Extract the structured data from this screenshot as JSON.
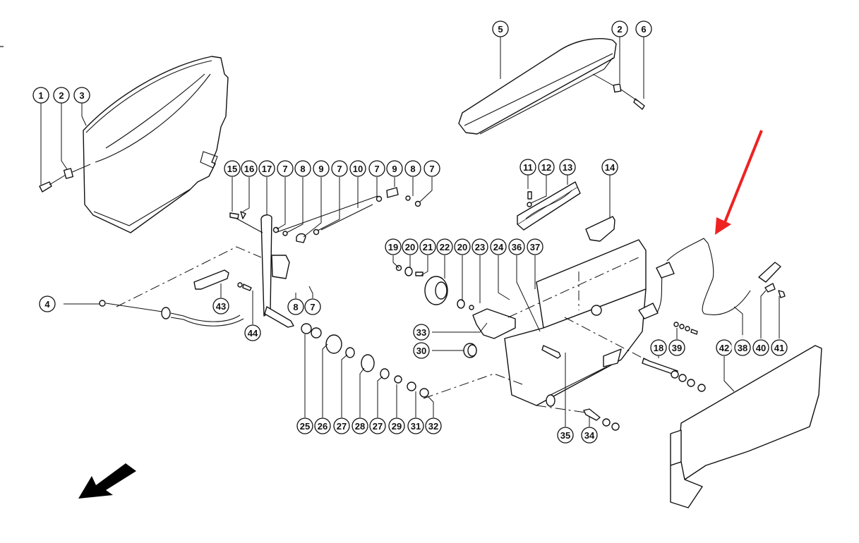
{
  "diagram": {
    "title": "",
    "type": "exploded-parts-view",
    "highlight_color": "#9bb43a",
    "pointer_arrow_color": "#ee2222",
    "highlighted_part": "38",
    "callouts": [
      {
        "id": "c1",
        "label": "1"
      },
      {
        "id": "c2a",
        "label": "2"
      },
      {
        "id": "c3",
        "label": "3"
      },
      {
        "id": "c4",
        "label": "4"
      },
      {
        "id": "c5",
        "label": "5"
      },
      {
        "id": "c2b",
        "label": "2"
      },
      {
        "id": "c6",
        "label": "6"
      },
      {
        "id": "c15",
        "label": "15"
      },
      {
        "id": "c16",
        "label": "16"
      },
      {
        "id": "c17",
        "label": "17"
      },
      {
        "id": "c7a",
        "label": "7"
      },
      {
        "id": "c8a",
        "label": "8"
      },
      {
        "id": "c9a",
        "label": "9"
      },
      {
        "id": "c7b",
        "label": "7"
      },
      {
        "id": "c10",
        "label": "10"
      },
      {
        "id": "c7c",
        "label": "7"
      },
      {
        "id": "c9b",
        "label": "9"
      },
      {
        "id": "c8b",
        "label": "8"
      },
      {
        "id": "c7d",
        "label": "7"
      },
      {
        "id": "c11",
        "label": "11"
      },
      {
        "id": "c12",
        "label": "12"
      },
      {
        "id": "c13",
        "label": "13"
      },
      {
        "id": "c14",
        "label": "14"
      },
      {
        "id": "c19",
        "label": "19"
      },
      {
        "id": "c20a",
        "label": "20"
      },
      {
        "id": "c21",
        "label": "21"
      },
      {
        "id": "c22",
        "label": "22"
      },
      {
        "id": "c20b",
        "label": "20"
      },
      {
        "id": "c23",
        "label": "23"
      },
      {
        "id": "c24",
        "label": "24"
      },
      {
        "id": "c36",
        "label": "36"
      },
      {
        "id": "c37",
        "label": "37"
      },
      {
        "id": "c8c",
        "label": "8"
      },
      {
        "id": "c7e",
        "label": "7"
      },
      {
        "id": "c43",
        "label": "43"
      },
      {
        "id": "c44",
        "label": "44"
      },
      {
        "id": "c33",
        "label": "33"
      },
      {
        "id": "c30",
        "label": "30"
      },
      {
        "id": "c18",
        "label": "18"
      },
      {
        "id": "c39",
        "label": "39"
      },
      {
        "id": "c42",
        "label": "42"
      },
      {
        "id": "c38",
        "label": "38"
      },
      {
        "id": "c40",
        "label": "40"
      },
      {
        "id": "c41",
        "label": "41"
      },
      {
        "id": "c25",
        "label": "25"
      },
      {
        "id": "c26",
        "label": "26"
      },
      {
        "id": "c27a",
        "label": "27"
      },
      {
        "id": "c28",
        "label": "28"
      },
      {
        "id": "c27b",
        "label": "27"
      },
      {
        "id": "c29",
        "label": "29"
      },
      {
        "id": "c31",
        "label": "31"
      },
      {
        "id": "c32",
        "label": "32"
      },
      {
        "id": "c35",
        "label": "35"
      },
      {
        "id": "c34",
        "label": "34"
      }
    ],
    "icons": {
      "orientation_arrow": "arrow-down-left-icon",
      "pointer_arrow": "arrow-pointer-icon"
    }
  }
}
